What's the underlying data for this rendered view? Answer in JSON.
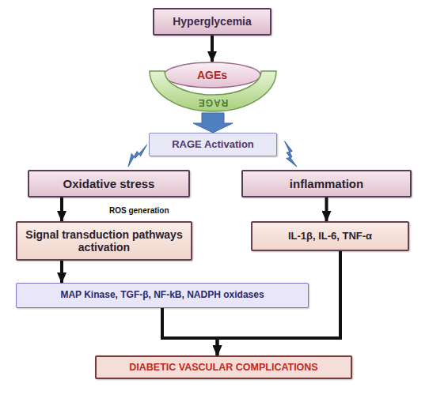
{
  "diagram": {
    "nodes": [
      {
        "text": [
          "Hyperglycemia"
        ]
      },
      {
        "text": [
          "AGEs"
        ]
      },
      {
        "text": [
          "RAGE"
        ]
      },
      {
        "text": [
          "RAGE Activation"
        ]
      },
      {
        "text": [
          "Oxidative stress"
        ]
      },
      {
        "text": [
          "inflammation"
        ]
      },
      {
        "text": [
          "Signal transduction pathways activation"
        ]
      },
      {
        "text": [
          "IL-1β, IL-6, TNF-α"
        ]
      },
      {
        "text": [
          "MAP Kinase, TGF-β, NF-kB, NADPH oxidases"
        ]
      },
      {
        "text": [
          "DIABETIC VASCULAR COMPLICATIONS"
        ]
      }
    ],
    "edges": [
      {
        "from": 0,
        "to": 1,
        "arrow": "to"
      },
      {
        "from": 2,
        "to": 3,
        "arrow": "to"
      },
      {
        "from": 3,
        "to": 4,
        "arrow": "none"
      },
      {
        "from": 3,
        "to": 5,
        "arrow": "none"
      },
      {
        "from": 4,
        "to": 6,
        "label": "ROS generation",
        "arrow": "to"
      },
      {
        "from": 5,
        "to": 7,
        "arrow": "to"
      },
      {
        "from": 6,
        "to": 8,
        "arrow": "to"
      },
      {
        "from": 8,
        "to": 9,
        "arrow": "to"
      },
      {
        "from": 7,
        "to": 9,
        "arrow": "to"
      }
    ]
  }
}
